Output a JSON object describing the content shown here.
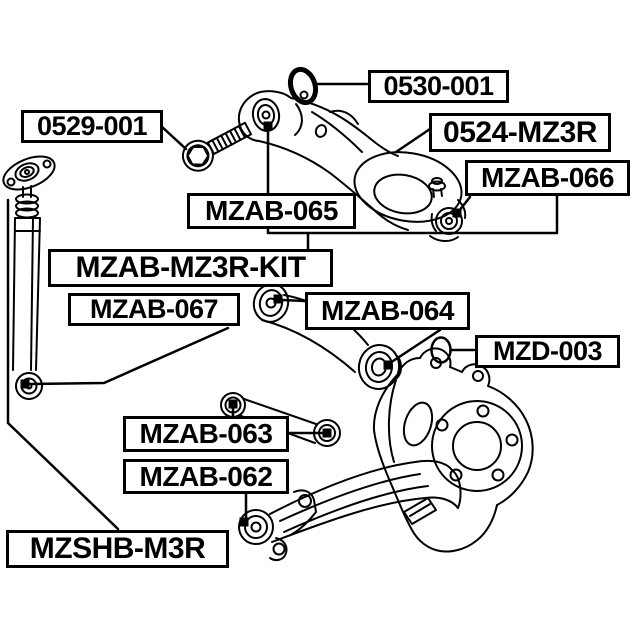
{
  "diagram": {
    "type": "suspension-parts-line-diagram",
    "background_color": "#ffffff",
    "line_color": "#000000",
    "label_box_style": {
      "fill": "#ffffff",
      "border": "#000000"
    },
    "labels": [
      {
        "id": "0530-001",
        "text": "0530-001",
        "points_to": "cam-adjusting-washer"
      },
      {
        "id": "0529-001",
        "text": "0529-001",
        "points_to": "cam-adjusting-bolt"
      },
      {
        "id": "0524-MZ3R",
        "text": "0524-MZ3R",
        "points_to": "rear-control-arm"
      },
      {
        "id": "MZAB-066",
        "text": "MZAB-066",
        "points_to": "control-arm-outer-bushing"
      },
      {
        "id": "MZAB-065",
        "text": "MZAB-065",
        "points_to": "control-arm-inner-bushing"
      },
      {
        "id": "MZAB-MZ3R-KIT",
        "text": "MZAB-MZ3R-KIT",
        "points_to": "bushing-kit-for-065-and-066"
      },
      {
        "id": "MZAB-067",
        "text": "MZAB-067",
        "points_to": "shock-absorber-lower-bushing"
      },
      {
        "id": "MZAB-064",
        "text": "MZAB-064",
        "points_to": "camber-arm-bushings"
      },
      {
        "id": "MZD-003",
        "text": "MZD-003",
        "points_to": "dust-boot-ring"
      },
      {
        "id": "MZAB-063",
        "text": "MZAB-063",
        "points_to": "toe-link-bushings"
      },
      {
        "id": "MZAB-062",
        "text": "MZAB-062",
        "points_to": "trailing-arm-front-bushing"
      },
      {
        "id": "MZSHB-M3R",
        "text": "MZSHB-M3R",
        "points_to": "rear-shock-absorber"
      }
    ],
    "drawings": [
      "shock-absorber",
      "rear-control-arm",
      "cam-washer",
      "cam-bolt",
      "camber-arm",
      "dust-ring",
      "toe-link",
      "steering-knuckle",
      "trailing-arm"
    ]
  }
}
